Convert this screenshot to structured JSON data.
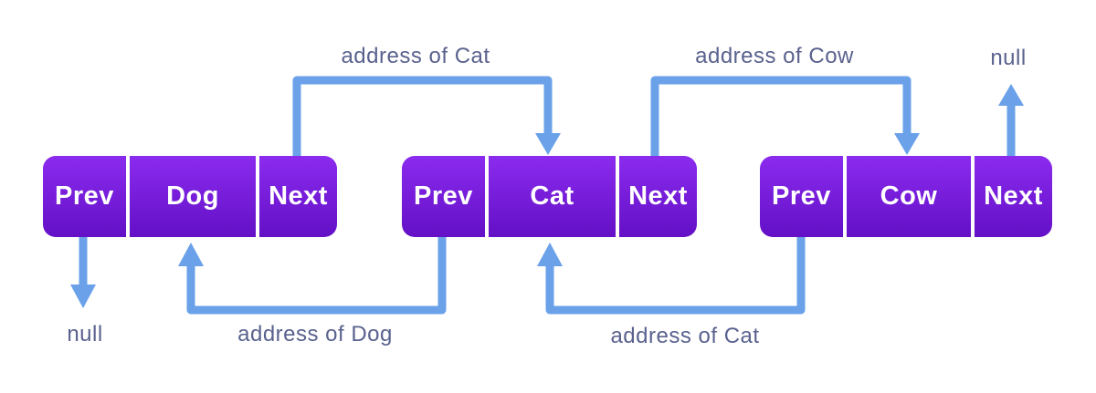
{
  "colors": {
    "background": "#ffffff",
    "node_gradient_top": "#8B2BEE",
    "node_gradient_bottom": "#6310C6",
    "cell_text": "#ffffff",
    "arrow": "#6AA1E9",
    "label": "#5A628E"
  },
  "nodes": [
    {
      "id": "dog",
      "prev": "Prev",
      "data": "Dog",
      "next": "Next"
    },
    {
      "id": "cat",
      "prev": "Prev",
      "data": "Cat",
      "next": "Next"
    },
    {
      "id": "cow",
      "prev": "Prev",
      "data": "Cow",
      "next": "Next"
    }
  ],
  "labels": {
    "next_dog_to_cat": "address of Cat",
    "next_cat_to_cow": "address of Cow",
    "next_cow_null": "null",
    "prev_dog_null": "null",
    "prev_cat_to_dog": "address of Dog",
    "prev_cow_to_cat": "address of Cat"
  }
}
